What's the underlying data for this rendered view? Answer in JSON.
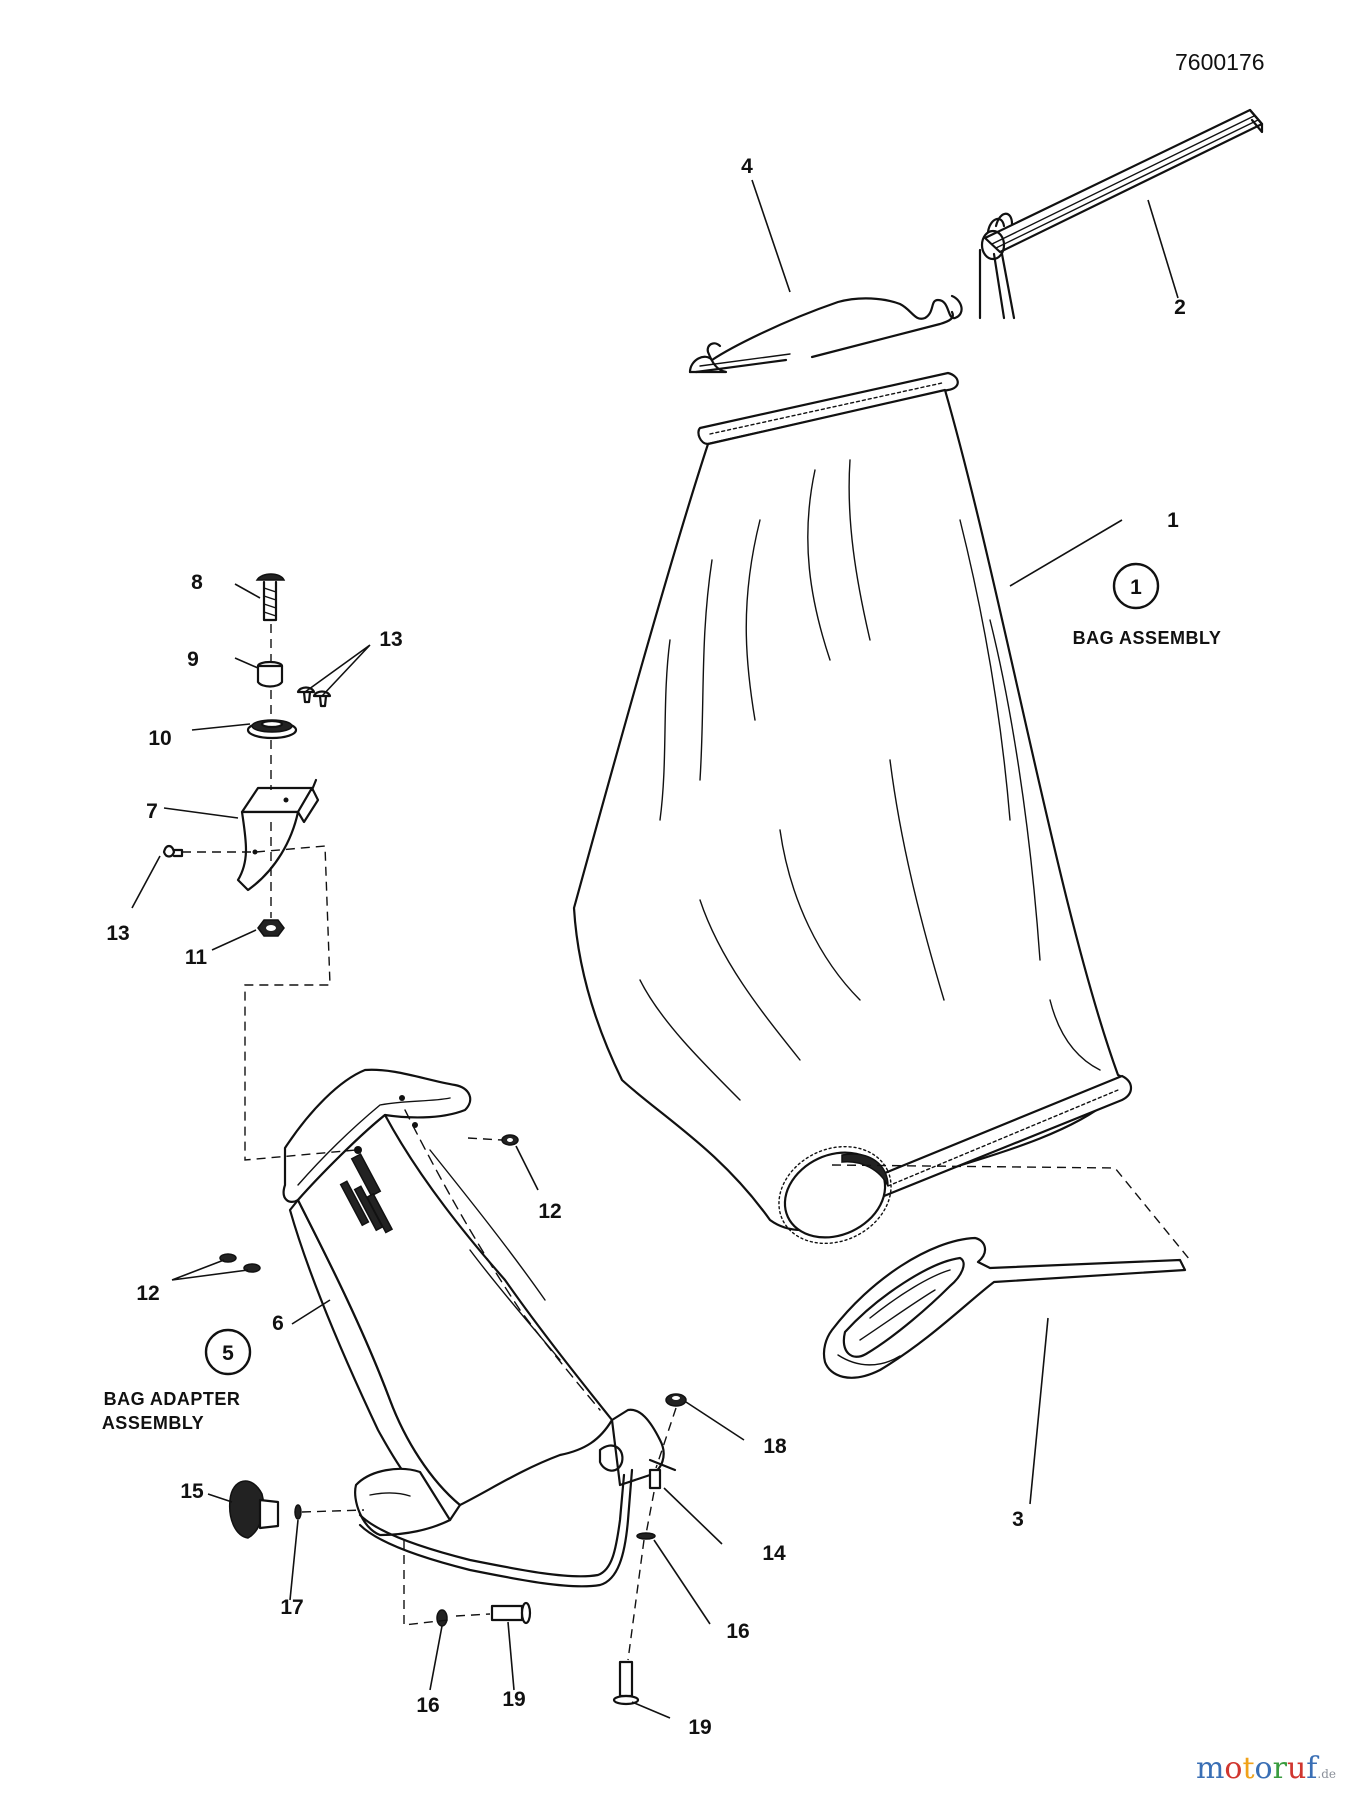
{
  "document_id": "7600176",
  "assemblies": [
    {
      "number": "1",
      "label": "BAG ASSEMBLY"
    },
    {
      "number": "5",
      "label_line1": "BAG ADAPTER",
      "label_line2": "ASSEMBLY"
    }
  ],
  "callouts": [
    "1",
    "2",
    "3",
    "4",
    "6",
    "7",
    "8",
    "9",
    "10",
    "11",
    "12",
    "12",
    "13",
    "13",
    "14",
    "15",
    "16",
    "16",
    "17",
    "18",
    "19",
    "19"
  ],
  "watermark": {
    "letters": [
      "m",
      "o",
      "t",
      "o",
      "r",
      "u",
      "f"
    ],
    "suffix": ".de",
    "colors": [
      "#3a6fb5",
      "#d0362f",
      "#f0a21a",
      "#3a6fb5",
      "#3a9c3f",
      "#d0362f",
      "#3a6fb5"
    ]
  }
}
